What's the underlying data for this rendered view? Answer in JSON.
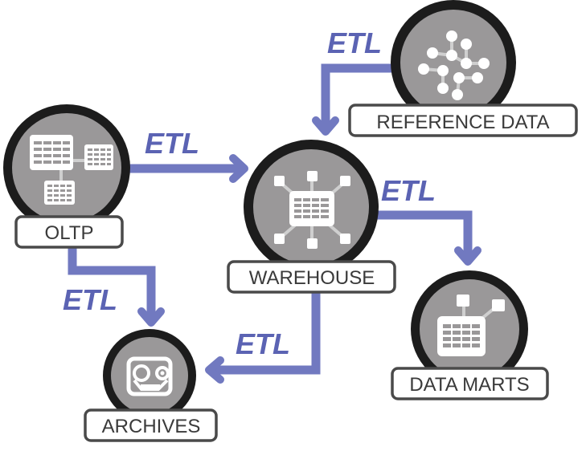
{
  "diagram": {
    "title": "",
    "nodes": {
      "oltp": {
        "label": "OLTP",
        "icon": "database-tables-icon"
      },
      "warehouse": {
        "label": "WAREHOUSE",
        "icon": "hub-table-icon"
      },
      "reference": {
        "label": "REFERENCE DATA",
        "icon": "network-nodes-icon"
      },
      "datamarts": {
        "label": "DATA MARTS",
        "icon": "table-branches-icon"
      },
      "archives": {
        "label": "ARCHIVES",
        "icon": "tape-reel-icon"
      }
    },
    "edges": [
      {
        "from": "OLTP",
        "to": "WAREHOUSE",
        "label": "ETL"
      },
      {
        "from": "REFERENCE DATA",
        "to": "WAREHOUSE",
        "label": "ETL"
      },
      {
        "from": "WAREHOUSE",
        "to": "DATA MARTS",
        "label": "ETL"
      },
      {
        "from": "OLTP",
        "to": "ARCHIVES",
        "label": "ETL"
      },
      {
        "from": "WAREHOUSE",
        "to": "ARCHIVES",
        "label": "ETL"
      }
    ],
    "colors": {
      "flow": "#7179c0",
      "etl_text": "#5b63b3",
      "ring": "#1c1c1c",
      "disc": "#9a9899",
      "label_border": "#4a4a4a"
    }
  }
}
